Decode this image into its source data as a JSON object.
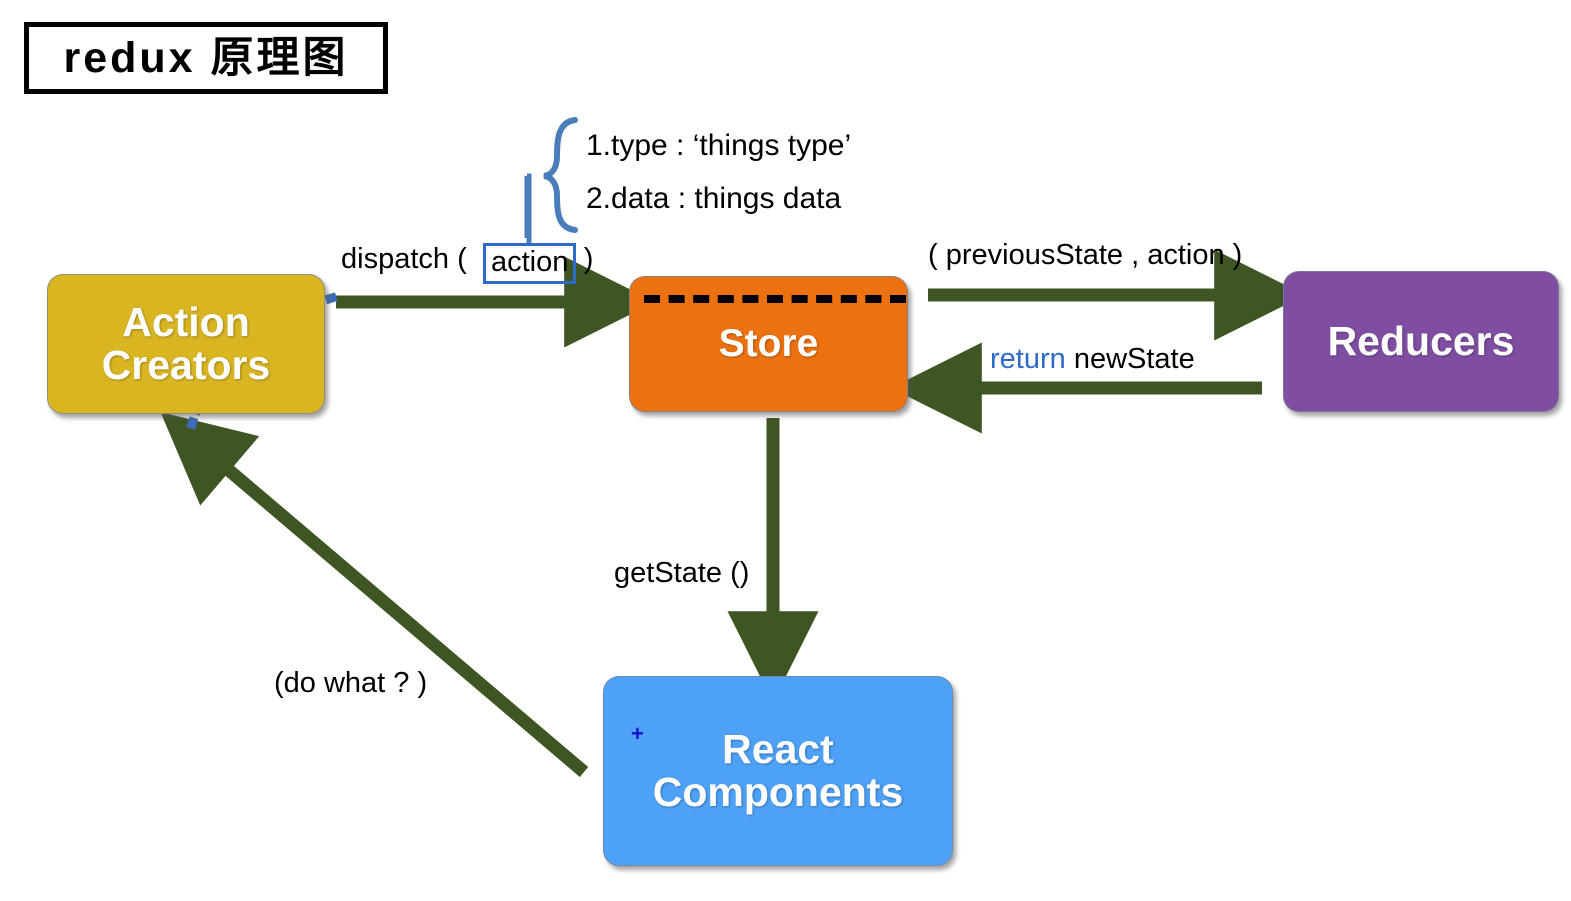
{
  "title": {
    "text": "redux 原理图"
  },
  "nodes": {
    "action_creators": {
      "label": "Action\nCreators",
      "color": "#D9B522"
    },
    "store": {
      "label": "Store",
      "color": "#EC7211"
    },
    "reducers": {
      "label": "Reducers",
      "color": "#7F4EA3"
    },
    "react_components": {
      "label": "React\nComponents",
      "color": "#4DA1F7"
    }
  },
  "labels": {
    "dispatch_prefix": "dispatch (",
    "dispatch_token": "action",
    "dispatch_suffix": ")",
    "previous_state": "( previousState , action )",
    "return_keyword": "return",
    "new_state": "newState",
    "get_state": "getState ()",
    "do_what": "(do what ? )",
    "annotation_1": "1.type : ‘things type’",
    "annotation_2": "2.data :  things data",
    "react_plus_mark": "+"
  },
  "colors": {
    "arrow_green": "#3D5623",
    "accent_blue": "#2E6BC6",
    "dotted_blue": "#3D6CB8",
    "title_border": "#000000",
    "store_dash": "#000000"
  },
  "arrows": [
    {
      "name": "dispatch-arrow",
      "from": "action_creators",
      "to": "store",
      "direction": "right"
    },
    {
      "name": "previous-state-arrow",
      "from": "store",
      "to": "reducers",
      "direction": "right"
    },
    {
      "name": "return-new-state-arrow",
      "from": "reducers",
      "to": "store",
      "direction": "left"
    },
    {
      "name": "get-state-arrow",
      "from": "store",
      "to": "react_components",
      "direction": "down"
    },
    {
      "name": "do-what-arrow",
      "from": "react_components",
      "to": "action_creators",
      "direction": "up-left"
    }
  ]
}
